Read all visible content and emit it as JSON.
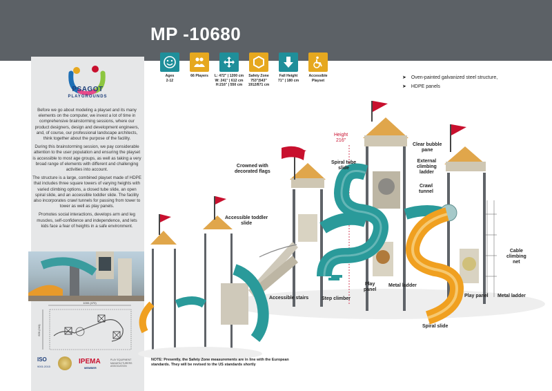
{
  "header": {
    "title": "MP -10680"
  },
  "brand": {
    "name": "PSAGOT",
    "tagline": "PLAYGROUNDS"
  },
  "sidebar": {
    "paragraphs": [
      "Before we go about modeling a playset and its many elements on the computer, we invest a lot of time in comprehensive brainstorming sessions, where our product designers, design and development engineers, and, of course, our professional landscape architects, think together about the purpose of the facility.",
      "During this brainstorming session, we pay considerable attention to the user population and ensuring the playset is accessible to most age groups, as well as taking a very broad range of elements with different and challenging activities into account.",
      "The structure is a large, combined playset made of HDPE that includes three square towers of varying heights with varied climbing options, a closed tube slide, an open spiral slide, and an accessible toddler slide. The facility also incorporates crawl tunnels for passing from tower to tower as well as play panels.",
      "Promotes social interactions, develops arm and leg muscles, self-confidence and independence, and lets kids face a fear of heights in a safe environment."
    ],
    "plan_dims": {
      "width": "1000 (470)",
      "depth": "620 (241)"
    },
    "certs": {
      "iso": "ISO",
      "iso_sub": "9001:2015",
      "ipema": "IPEMA",
      "ipema_sub": "MEMBER",
      "member": "PLAY EQUIPMENT MANUFACTURERS ASSOCIATION"
    }
  },
  "specs": [
    {
      "icon": "smile-face-icon",
      "color": "#1f8f9a",
      "lines": [
        "Ages",
        "2-12"
      ]
    },
    {
      "icon": "group-icon",
      "color": "#e6a81f",
      "lines": [
        "66 Players"
      ]
    },
    {
      "icon": "arrows-icon",
      "color": "#1f8f9a",
      "lines": [
        "L: 472\" | 1200 cm",
        "W: 241\" | 612 cm",
        "H:216\" | 550 cm"
      ]
    },
    {
      "icon": "hexagon-icon",
      "color": "#e6a81f",
      "lines": [
        "Safety Zone",
        "753\"|543\"",
        "1912/871 cm"
      ]
    },
    {
      "icon": "arrow-down-icon",
      "color": "#1f8f9a",
      "lines": [
        "Fall Height",
        "71\" | 180 cm"
      ]
    },
    {
      "icon": "wheelchair-icon",
      "color": "#e6a81f",
      "lines": [
        "Accessible",
        "Playset"
      ]
    }
  ],
  "bullets": [
    "Oven-painted galvanized steel structure,",
    "HDPE panels"
  ],
  "callouts": {
    "height": [
      "Height",
      "216\""
    ],
    "crowned": [
      "Crowned with",
      "decorated flags"
    ],
    "spiral_tube": [
      "Spiral tube",
      "slide"
    ],
    "clear_bubble": [
      "Clear bubble",
      "pane"
    ],
    "external_climbing": [
      "External",
      "climbing",
      "ladder"
    ],
    "crawl": [
      "Crawl",
      "tunnel"
    ],
    "toddler": [
      "Accessible toddler",
      "slide"
    ],
    "cable": [
      "Cable",
      "climbing",
      "net"
    ],
    "stairs": "Accessible stairs",
    "step_climber": "Step climber",
    "play_panel_1": [
      "Play",
      "panel"
    ],
    "metal_ladder_1": "Metal ladder",
    "play_panel_2": "Play panel",
    "metal_ladder_2": "Metal ladder",
    "spiral_slide": "Spiral slide"
  },
  "note": "NOTE: Presently, the Safety Zone measurements are in line with the European standards. They will be revised to the US standards shortly",
  "colors": {
    "header": "#5c6166",
    "sidebar": "#e6e7e8",
    "teal": "#1f8f9a",
    "gold": "#e6a81f",
    "flag": "#c8102e",
    "slide_orange": "#f0a020",
    "tube_teal": "#2a9a9a"
  }
}
